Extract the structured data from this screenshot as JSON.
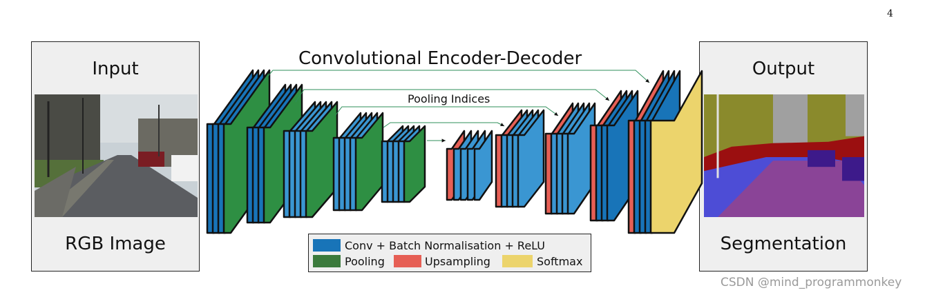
{
  "page_number": "4",
  "input_panel": {
    "title": "Input",
    "caption": "RGB Image"
  },
  "output_panel": {
    "title": "Output",
    "caption": "Segmentation"
  },
  "diagram": {
    "title": "Convolutional Encoder-Decoder",
    "connection_label": "Pooling Indices"
  },
  "legend": {
    "conv_label": "Conv + Batch Normalisation + ReLU",
    "pool_label": "Pooling",
    "upsample_label": "Upsampling",
    "softmax_label": "Softmax"
  },
  "colors": {
    "conv": "#1874b8",
    "conv_light": "#3a96d2",
    "pooling": "#2e8f43",
    "pooling_legend": "#3b7a3c",
    "upsampling": "#e65f55",
    "softmax": "#ecd46c",
    "connection_line": "#2e8f5a"
  },
  "watermark": "CSDN @mind_programmonkey"
}
